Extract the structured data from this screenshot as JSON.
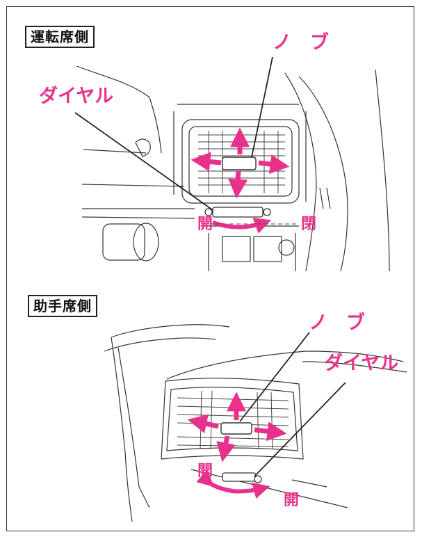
{
  "colors": {
    "accent": "#e8318a",
    "line": "#333333",
    "frame": "#333333"
  },
  "driver": {
    "section_title": "運転席側",
    "knob_label": "ノ　ブ",
    "dial_label": "ダイヤル",
    "open_label": "開",
    "close_label": "閉"
  },
  "passenger": {
    "section_title": "助手席側",
    "knob_label": "ノ　ブ",
    "dial_label": "ダイヤル",
    "open_label": "開",
    "open_label_2": "開"
  }
}
